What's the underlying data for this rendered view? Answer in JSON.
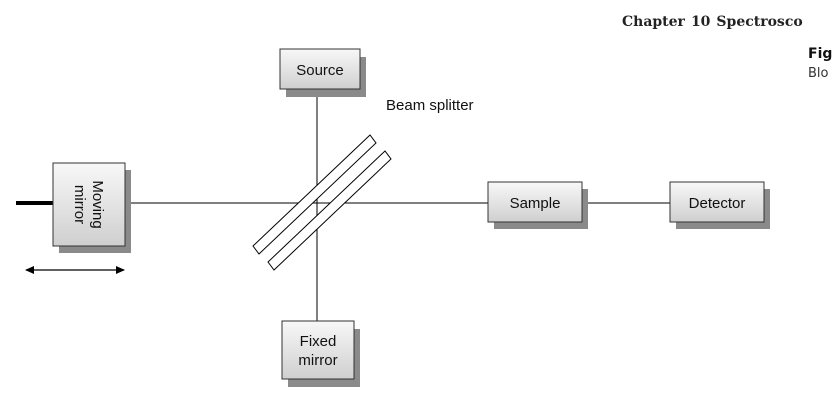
{
  "header": {
    "chapter_word": "Chapter",
    "chapter_number": "10",
    "chapter_title": "Spectrosco"
  },
  "figure": {
    "label": "Fig",
    "caption": "Blo"
  },
  "components": {
    "source": "Source",
    "moving_mirror_line1": "Moving",
    "moving_mirror_line2": "mirror",
    "beam_splitter": "Beam splitter",
    "sample": "Sample",
    "detector": "Detector",
    "fixed_mirror_line1": "Fixed",
    "fixed_mirror_line2": "mirror"
  }
}
